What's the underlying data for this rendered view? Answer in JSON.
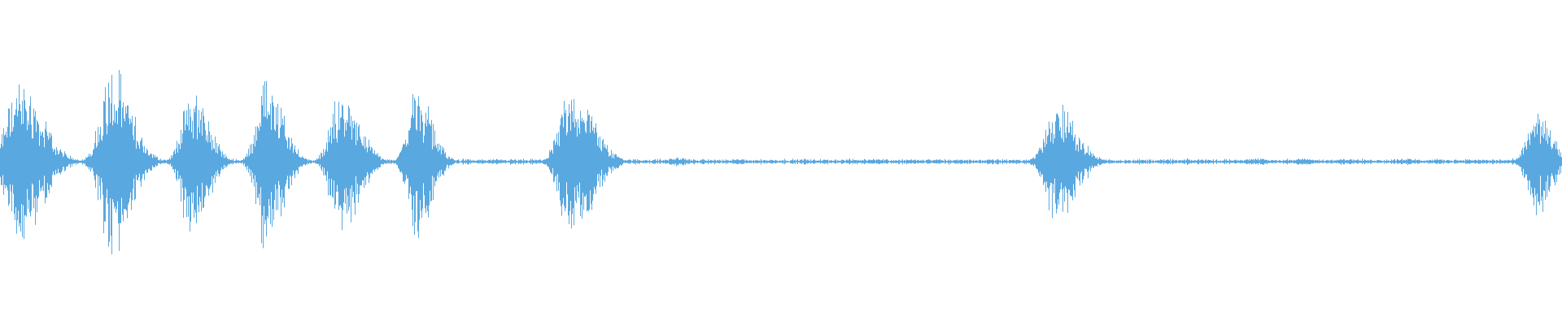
{
  "waveform": {
    "color": "#5aa8e0",
    "background": "#ffffff",
    "bursts": [
      {
        "center": 0.012,
        "width": 0.03,
        "amplitude": 0.5
      },
      {
        "center": 0.071,
        "width": 0.026,
        "amplitude": 0.58
      },
      {
        "center": 0.122,
        "width": 0.022,
        "amplitude": 0.47
      },
      {
        "center": 0.17,
        "width": 0.022,
        "amplitude": 0.55
      },
      {
        "center": 0.218,
        "width": 0.024,
        "amplitude": 0.45
      },
      {
        "center": 0.266,
        "width": 0.02,
        "amplitude": 0.48
      },
      {
        "center": 0.366,
        "width": 0.028,
        "amplitude": 0.47
      },
      {
        "center": 0.676,
        "width": 0.026,
        "amplitude": 0.37
      },
      {
        "center": 0.983,
        "width": 0.02,
        "amplitude": 0.32
      }
    ],
    "noise_floor": 0.02
  }
}
